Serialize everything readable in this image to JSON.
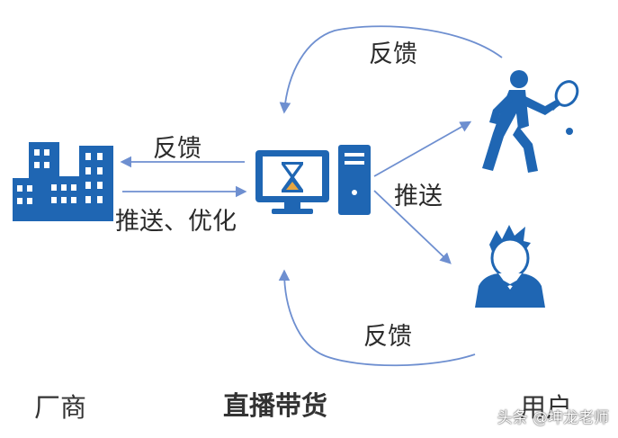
{
  "labels": {
    "feedback_top": "反馈",
    "feedback_left": "反馈",
    "push_optimize": "推送、优化",
    "push_right": "推送",
    "feedback_bottom": "反馈"
  },
  "nodes": {
    "manufacturer": "厂商",
    "live_commerce": "直播带货",
    "users": "用户"
  },
  "watermark": "头条 @坤龙老师",
  "icons": {
    "manufacturer": "buildings-icon",
    "live_commerce": "desktop-computer-icon",
    "user_tennis": "tennis-player-icon",
    "user_person": "person-icon"
  },
  "colors": {
    "icon_blue": "#1f66b3",
    "arrow_blue": "#6e8fd0",
    "text": "#2b2b2b"
  }
}
